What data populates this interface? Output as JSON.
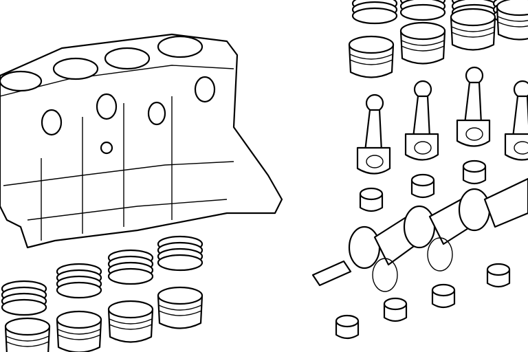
{
  "illustration": {
    "subject": "engine-parts-exploded-view",
    "colors": {
      "line": "#000000",
      "background": "#ffffff"
    },
    "parts": [
      "cylinder-block",
      "piston-rings",
      "pistons",
      "connecting-rods",
      "crankshaft",
      "bearings"
    ]
  }
}
